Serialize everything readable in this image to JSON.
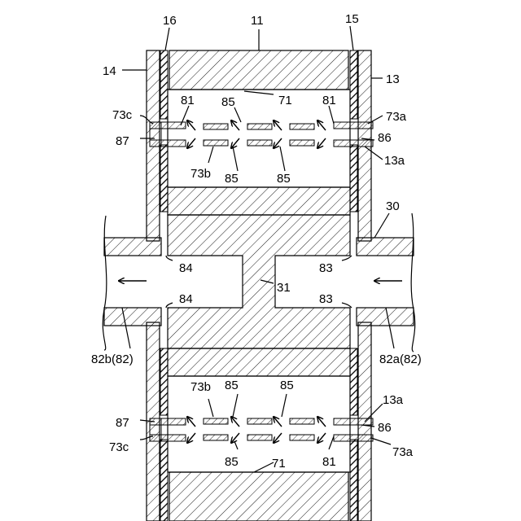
{
  "labels": {
    "l16": "16",
    "l11": "11",
    "l15": "15",
    "l14": "14",
    "l13": "13",
    "l73c_top": "73c",
    "l81_tl": "81",
    "l85_t1": "85",
    "l71_top": "71",
    "l81_tr": "81",
    "l73a_top": "73a",
    "l87_top": "87",
    "l86_top": "86",
    "l13a_top": "13a",
    "l73b_top": "73b",
    "l85_t2": "85",
    "l85_t3": "85",
    "l30": "30",
    "l84_top": "84",
    "l83_top": "83",
    "l31": "31",
    "l84_bot": "84",
    "l83_bot": "83",
    "l82b": "82b(82)",
    "l82a": "82a(82)",
    "l73b_bot": "73b",
    "l85_b1": "85",
    "l85_b2": "85",
    "l13a_bot": "13a",
    "l87_bot": "87",
    "l86_bot": "86",
    "l73c_bot": "73c",
    "l73a_bot": "73a",
    "l85_b3": "85",
    "l81_br": "81",
    "l71_bot": "71"
  }
}
